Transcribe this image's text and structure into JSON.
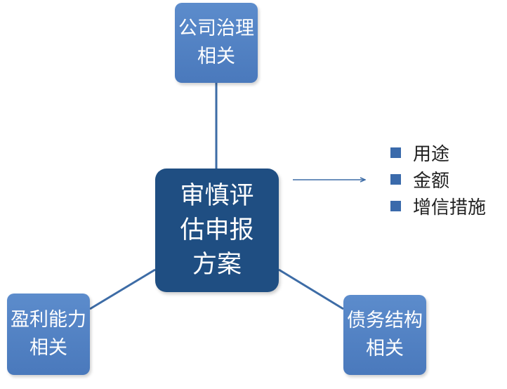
{
  "diagram": {
    "center": {
      "label": "审慎评估申报方案"
    },
    "nodes": {
      "top": {
        "label": "公司治理相关"
      },
      "left": {
        "label": "盈利能力相关"
      },
      "right": {
        "label": "债务结构相关"
      }
    },
    "bullets": [
      {
        "label": "用途"
      },
      {
        "label": "金额"
      },
      {
        "label": "增信措施"
      }
    ],
    "colors": {
      "center_fill": "#1f4e82",
      "node_fill": "#5283c4",
      "connector": "#3d6ca6",
      "bullet_marker": "#3a6aab"
    }
  }
}
